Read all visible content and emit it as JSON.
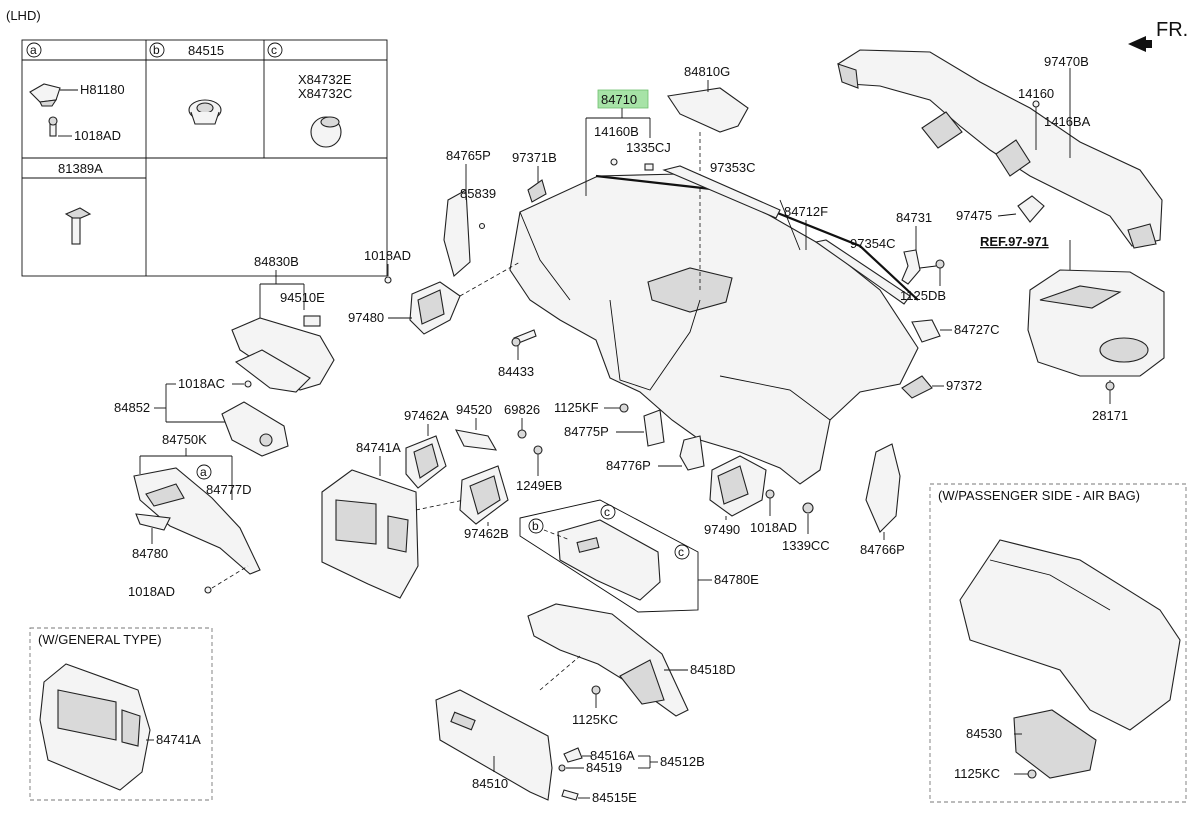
{
  "header": {
    "variant": "(LHD)",
    "direction": "FR."
  },
  "legend": {
    "tags": [
      "a",
      "b",
      "c"
    ],
    "col_b_part": "84515",
    "col_a_parts": [
      "H81180",
      "1018AD"
    ],
    "col_c_parts": [
      "X84732E",
      "X84732C"
    ],
    "row2_part": "81389A"
  },
  "insets": {
    "general_type": "(W/GENERAL TYPE)",
    "passenger_airbag": "(W/PASSENGER SIDE - AIR BAG)",
    "ref_note": "REF.97-971"
  },
  "parts": {
    "p84710": "84710",
    "p84810G": "84810G",
    "p97470B": "97470B",
    "p14160": "14160",
    "p1416BA": "1416BA",
    "p84765P": "84765P",
    "p97371B": "97371B",
    "p14160B": "14160B",
    "p1335CJ": "1335CJ",
    "p85839": "85839",
    "p97353C": "97353C",
    "p84712F": "84712F",
    "p97475": "97475",
    "p1018AD_a": "1018AD",
    "p84731": "84731",
    "p97354C": "97354C",
    "p84830B": "84830B",
    "p94510E": "94510E",
    "p1125DB": "1125DB",
    "p97480": "97480",
    "p84727C": "84727C",
    "p84433": "84433",
    "p1018AC": "1018AC",
    "p84852": "84852",
    "p97372": "97372",
    "p28171": "28171",
    "p97462A": "97462A",
    "p94520": "94520",
    "p69826": "69826",
    "p1125KF": "1125KF",
    "p84775P": "84775P",
    "p84750K": "84750K",
    "p84741A": "84741A",
    "p84776P": "84776P",
    "p84777D": "84777D",
    "p1249EB": "1249EB",
    "p84780": "84780",
    "p97462B": "97462B",
    "p97490": "97490",
    "p1018AD_b": "1018AD",
    "p1339CC": "1339CC",
    "p84766P": "84766P",
    "p84780E": "84780E",
    "p1018AD_c": "1018AD",
    "p84741A_b": "84741A",
    "p84518D": "84518D",
    "p1125KC": "1125KC",
    "p84530": "84530",
    "p84516A": "84516A",
    "p84512B": "84512B",
    "p84519": "84519",
    "p84510": "84510",
    "p84515E": "84515E",
    "p1125KC_b": "1125KC"
  }
}
